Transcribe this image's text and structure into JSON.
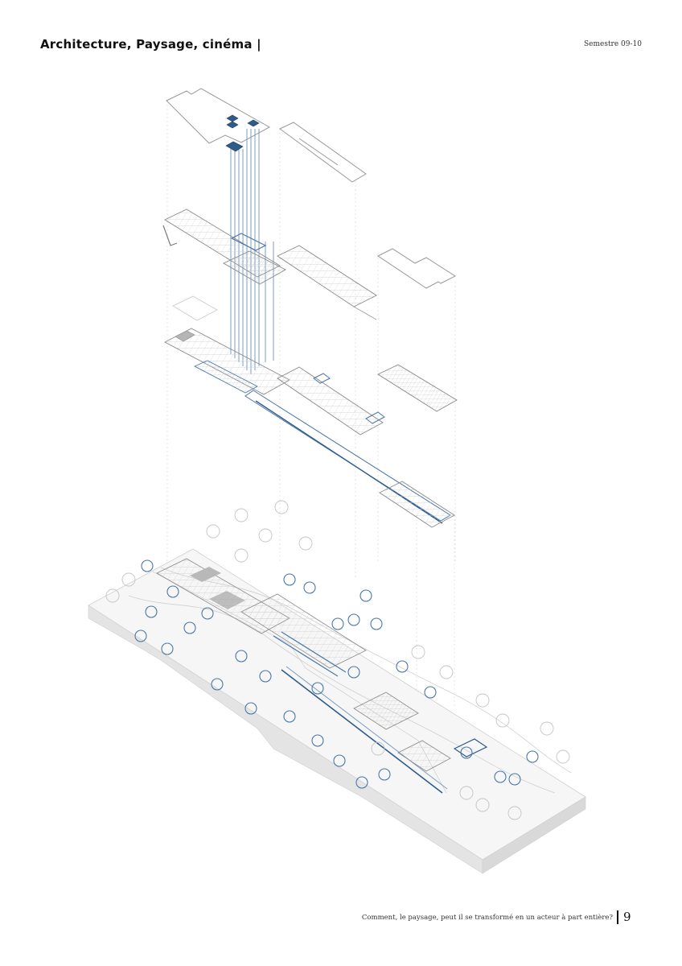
{
  "header": {
    "title": "Architecture, Paysage, cinéma  |",
    "semester": "Semestre 09-10"
  },
  "footer": {
    "caption": "Comment, le paysage, peut il se transformé en un acteur à part entière?",
    "page_number": "9"
  },
  "colors": {
    "accent_blue": "#4a78a8",
    "dark_blue": "#2f5b8a",
    "line_gray": "#9a9a9a",
    "light_gray": "#dcdcdc"
  }
}
